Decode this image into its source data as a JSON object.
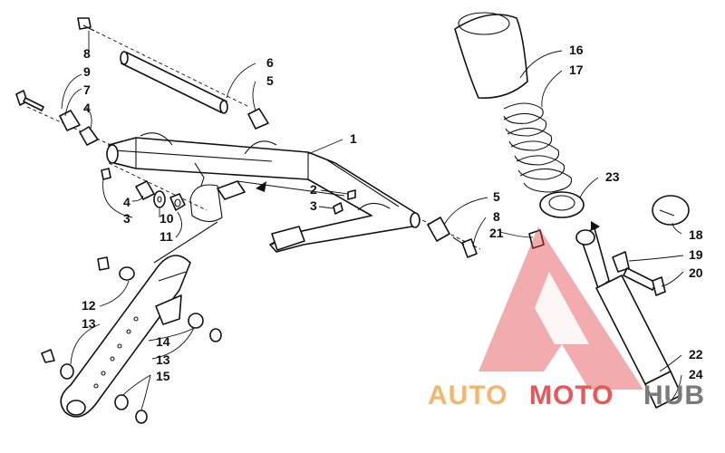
{
  "callouts": {
    "c8_top": "8",
    "c9": "9",
    "c7": "7",
    "c4_top": "4",
    "c6": "6",
    "c5_top": "5",
    "c1": "1",
    "c2": "2",
    "c3_mid": "3",
    "c4_left": "4",
    "c3_left": "3",
    "c10": "10",
    "c11": "11",
    "c5_right": "5",
    "c8_right": "8",
    "c21": "21",
    "c16": "16",
    "c17": "17",
    "c23": "23",
    "c18": "18",
    "c19": "19",
    "c20": "20",
    "c22": "22",
    "c24": "24",
    "c12": "12",
    "c13_left": "13",
    "c14": "14",
    "c13_right": "13",
    "c15": "15"
  },
  "watermark": {
    "text_auto": "AUTO",
    "text_moto": "MOTO",
    "text_hub": "HUB",
    "colors": {
      "auto": "#f2b66e",
      "moto": "#e8575a",
      "hub": "#7a7a7a",
      "logo": "#e23d3f"
    }
  }
}
